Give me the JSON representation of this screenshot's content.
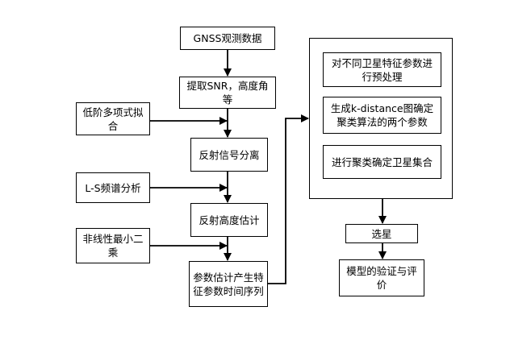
{
  "nodes": {
    "gnss": "GNSS观测数据",
    "extract": "提取SNR，高度角等",
    "separate": "反射信号分离",
    "height": "反射高度估计",
    "series": "参数估计产生特征参数时间序列",
    "poly": "低阶多项式拟合",
    "ls": "L-S频谱分析",
    "nlls": "非线性最小二乘",
    "preprocess": "对不同卫星特征参数进行预处理",
    "kdist": "生成k-distance图确定聚类算法的两个参数",
    "cluster": "进行聚类确定卫星集合",
    "select": "选星",
    "validate": "模型的验证与评价"
  }
}
